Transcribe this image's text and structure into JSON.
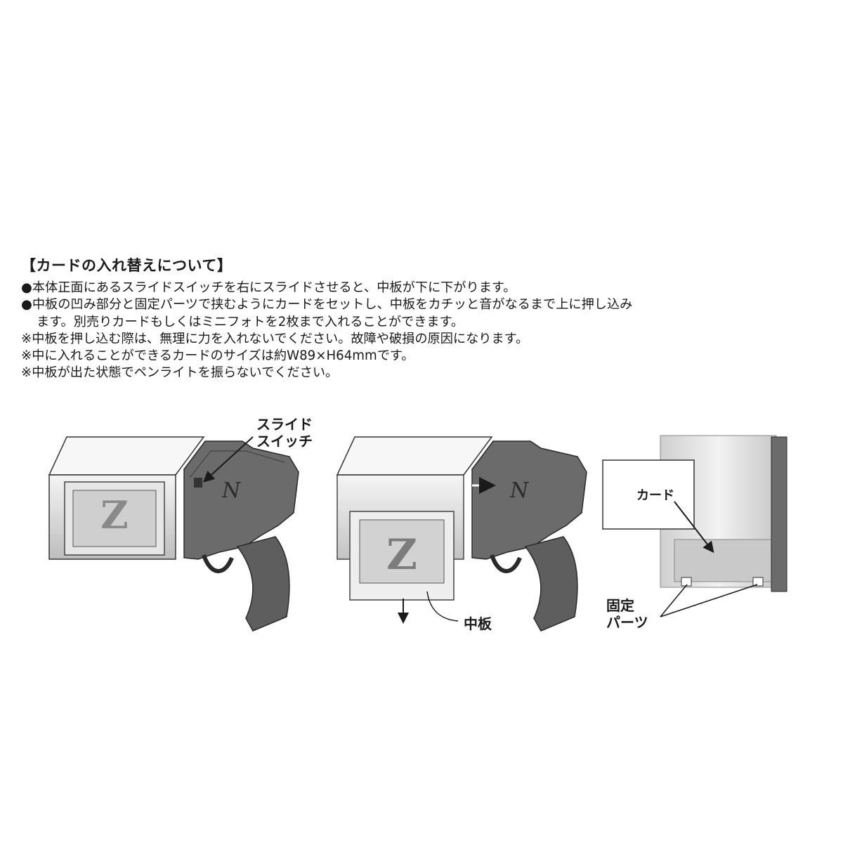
{
  "heading": "【カードの入れ替えについて】",
  "instructions": [
    "●本体正面にあるスライドスイッチを右にスライドさせると、中板が下に下がります。",
    "●中板の凹み部分と固定パーツで挟むようにカードをセットし、中板をカチッと音がなるまで上に押し込み",
    "ます。別売りカードもしくはミニフォトを2枚まで入れることができます。",
    "※中板を押し込む際は、無理に力を入れないでください。故障や破損の原因になります。",
    "※中に入れることができるカードのサイズは約W89×H64mmです。",
    "※中板が出た状態でペンライトを振らないでください。"
  ],
  "labels": {
    "slide_switch_line1": "スライド",
    "slide_switch_line2": "スイッチ",
    "middle_plate": "中板",
    "card": "カード",
    "fixed_parts_line1": "固定",
    "fixed_parts_line2": "パーツ"
  }
}
